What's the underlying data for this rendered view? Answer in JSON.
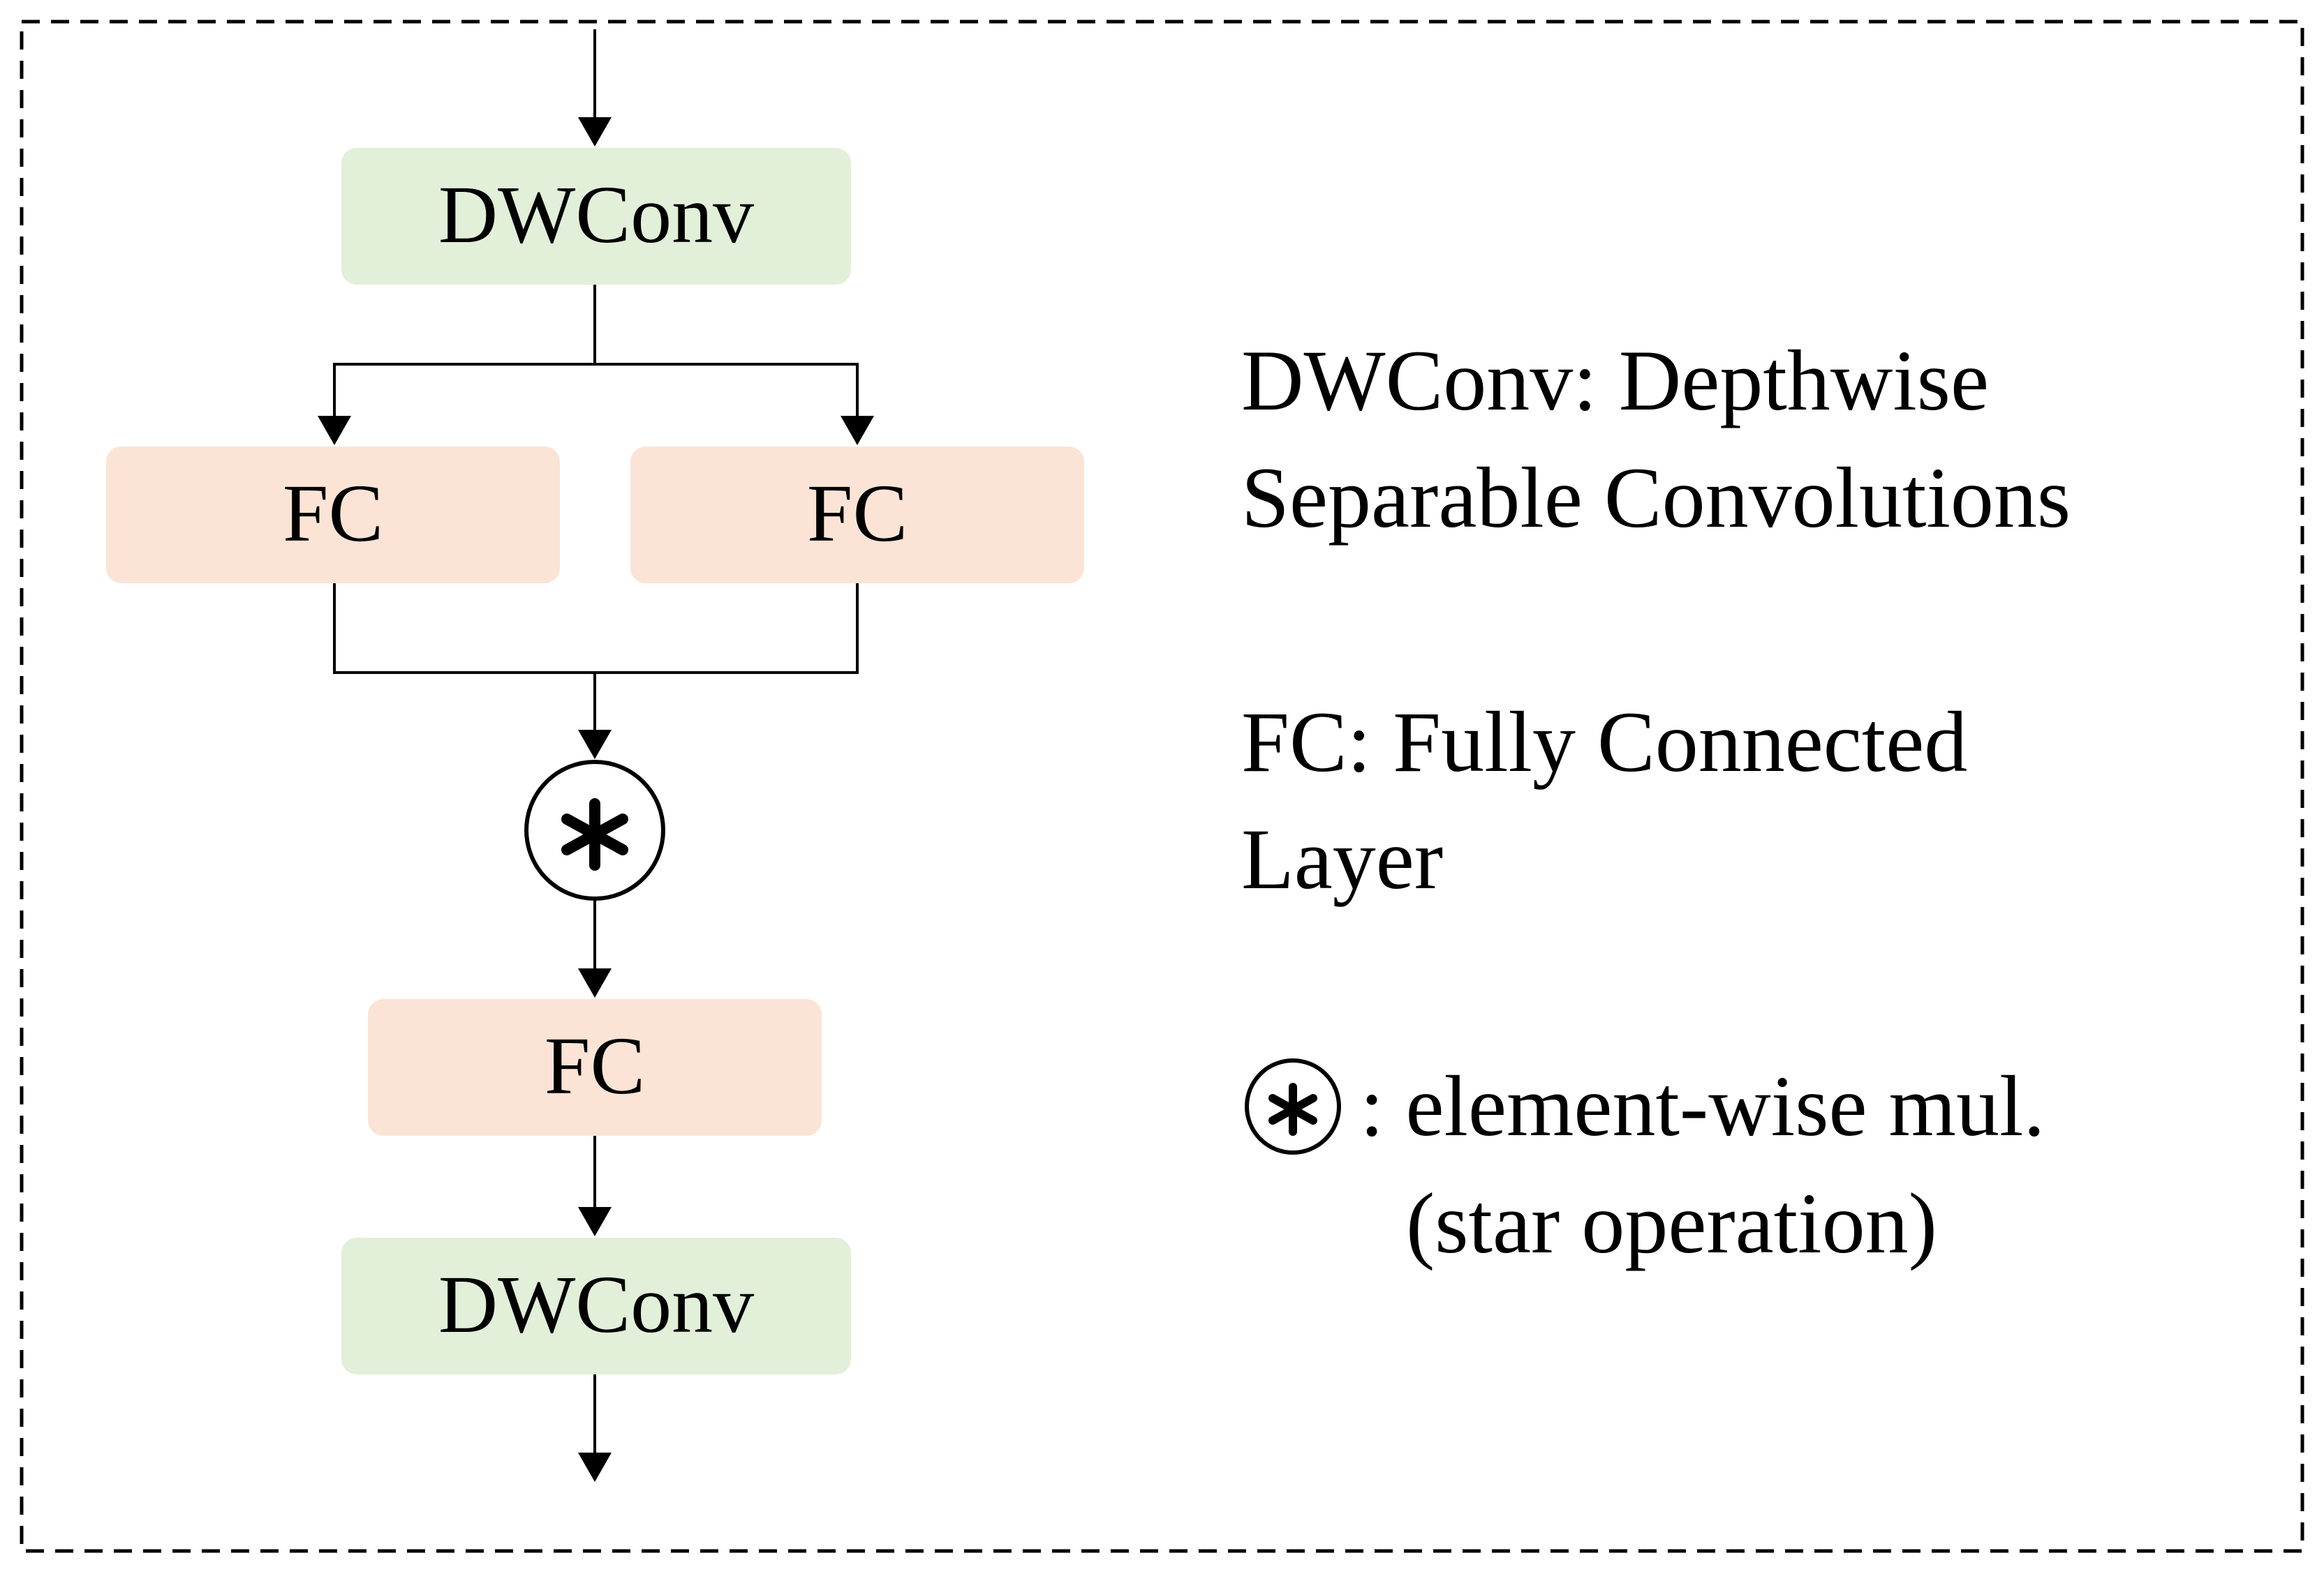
{
  "diagram": {
    "boxes": {
      "dwconv_top": "DWConv",
      "fc_left": "FC",
      "fc_right": "FC",
      "fc_bottom": "FC",
      "dwconv_bottom": "DWConv"
    },
    "star_symbol": "*",
    "colors": {
      "dwconv_fill": "#e2efd9",
      "fc_fill": "#fbe4d5",
      "line": "#000000",
      "frame": "#000000"
    }
  },
  "legend": {
    "dwconv": {
      "line1": "DWConv: Depthwise",
      "line2": "Separable Convolutions"
    },
    "fc": {
      "line1": "FC: Fully Connected",
      "line2": "Layer"
    },
    "star": {
      "symbol": "*",
      "line1": ": element-wise mul.",
      "line2": "(star operation)"
    }
  }
}
